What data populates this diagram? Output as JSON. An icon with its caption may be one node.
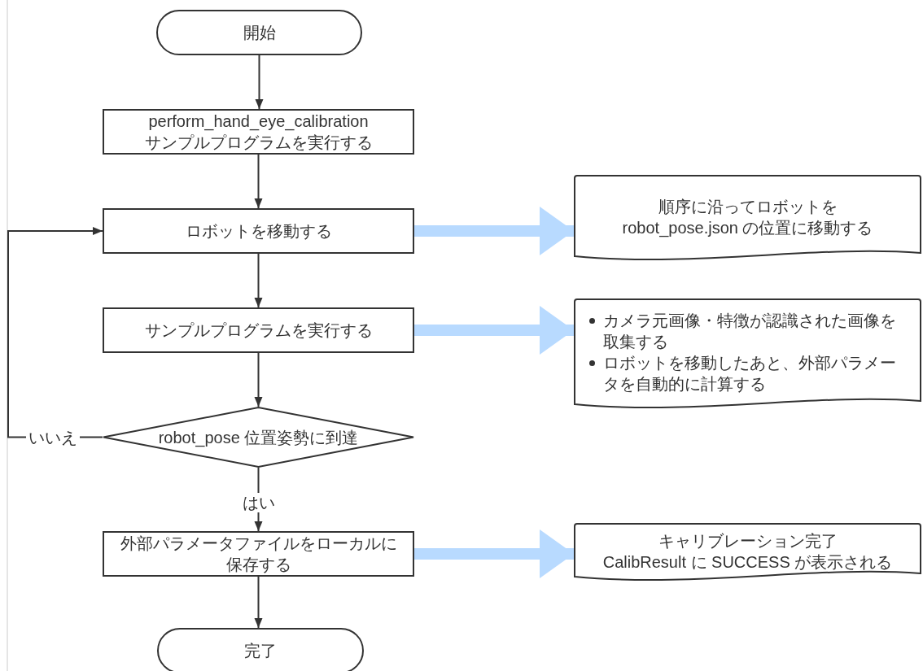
{
  "diagram": {
    "nodes": [
      {
        "text": [
          "開始"
        ]
      },
      {
        "text": [
          "perform_hand_eye_calibration",
          "サンプルプログラムを実行する"
        ]
      },
      {
        "text": [
          "ロボットを移動する"
        ]
      },
      {
        "text": [
          "サンプルプログラムを実行する"
        ]
      },
      {
        "text": [
          "robot_pose 位置姿勢に到達"
        ]
      },
      {
        "text": [
          "外部パラメータファイルをローカルに保存する"
        ]
      },
      {
        "text": [
          "完了"
        ]
      },
      {
        "text": [
          "順序に沿ってロボットを",
          "robot_pose.json の位置に移動する"
        ]
      },
      {
        "text": [
          "カメラ元画像・特徴が認識された画像を取集する",
          "ロボットを移動したあと、外部パラメータを自動的に計算する"
        ]
      },
      {
        "text": [
          "キャリブレーション完了",
          "CalibResult に SUCCESS が表示される"
        ]
      }
    ],
    "edges": [
      {
        "from": 0,
        "to": 1,
        "arrow": "to"
      },
      {
        "from": 1,
        "to": 2,
        "arrow": "to"
      },
      {
        "from": 2,
        "to": 3,
        "arrow": "to"
      },
      {
        "from": 3,
        "to": 4,
        "arrow": "to"
      },
      {
        "from": 4,
        "to": 5,
        "arrow": "to",
        "label": "はい"
      },
      {
        "from": 5,
        "to": 6,
        "arrow": "to"
      },
      {
        "from": 4,
        "to": 2,
        "arrow": "to",
        "label": "いいえ"
      },
      {
        "from": 2,
        "to": 7,
        "arrow": "to",
        "style": "thick",
        "color": "#b8daff"
      },
      {
        "from": 3,
        "to": 8,
        "arrow": "to",
        "style": "thick",
        "color": "#b8daff"
      },
      {
        "from": 5,
        "to": 9,
        "arrow": "to",
        "style": "thick",
        "color": "#b8daff"
      }
    ]
  }
}
